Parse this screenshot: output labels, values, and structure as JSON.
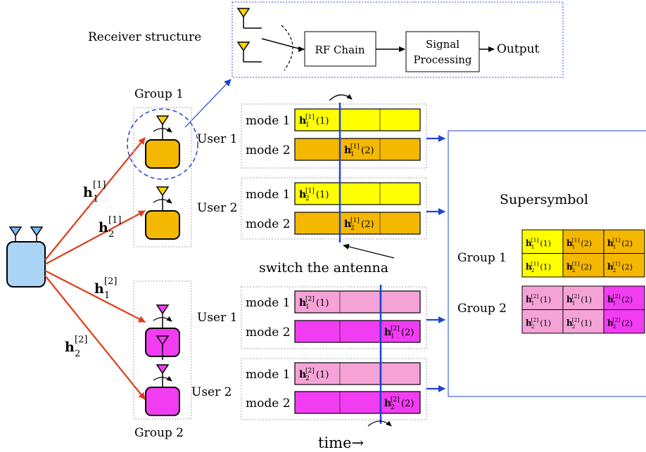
{
  "receiver": {
    "title": "Receiver structure",
    "rf_chain": "RF Chain",
    "signal_processing_line1": "Signal",
    "signal_processing_line2": "Processing",
    "output": "Output"
  },
  "groups": [
    {
      "label": "Group 1",
      "channels": [
        {
          "sym": "h",
          "sup": "[1]",
          "sub": "1"
        },
        {
          "sym": "h",
          "sup": "[1]",
          "sub": "2"
        }
      ],
      "users": [
        {
          "label": "User 1",
          "modes": [
            {
              "label": "mode 1",
              "cell": {
                "sym": "h",
                "sup": "[1]",
                "sub": "1",
                "arg": "(1)"
              }
            },
            {
              "label": "mode 2",
              "cell": {
                "sym": "h",
                "sup": "[1]",
                "sub": "1",
                "arg": "(2)"
              }
            }
          ]
        },
        {
          "label": "User 2",
          "modes": [
            {
              "label": "mode 1",
              "cell": {
                "sym": "h",
                "sup": "[1]",
                "sub": "2",
                "arg": "(1)"
              }
            },
            {
              "label": "mode 2",
              "cell": {
                "sym": "h",
                "sup": "[1]",
                "sub": "2",
                "arg": "(2)"
              }
            }
          ]
        }
      ]
    },
    {
      "label": "Group 2",
      "channels": [
        {
          "sym": "h",
          "sup": "[2]",
          "sub": "1"
        },
        {
          "sym": "h",
          "sup": "[2]",
          "sub": "2"
        }
      ],
      "users": [
        {
          "label": "User 1",
          "modes": [
            {
              "label": "mode 1",
              "cell": {
                "sym": "h",
                "sup": "[2]",
                "sub": "1",
                "arg": "(1)"
              }
            },
            {
              "label": "mode 2",
              "cell": {
                "sym": "h",
                "sup": "[2]",
                "sub": "1",
                "arg": "(2)"
              }
            }
          ]
        },
        {
          "label": "User 2",
          "modes": [
            {
              "label": "mode 1",
              "cell": {
                "sym": "h",
                "sup": "[2]",
                "sub": "2",
                "arg": "(1)"
              }
            },
            {
              "label": "mode 2",
              "cell": {
                "sym": "h",
                "sup": "[2]",
                "sub": "2",
                "arg": "(2)"
              }
            }
          ]
        }
      ]
    }
  ],
  "switch_label": "switch the antenna",
  "time_label": "time→",
  "supersymbol": {
    "title": "Supersymbol",
    "row_groups": [
      "Group 1",
      "Group 2"
    ],
    "rows": [
      [
        {
          "sup": "[1]",
          "sub": "1",
          "arg": "(1)"
        },
        {
          "sup": "[1]",
          "sub": "1",
          "arg": "(2)"
        },
        {
          "sup": "[1]",
          "sub": "1",
          "arg": "(2)"
        }
      ],
      [
        {
          "sup": "[1]",
          "sub": "2",
          "arg": "(1)"
        },
        {
          "sup": "[1]",
          "sub": "2",
          "arg": "(2)"
        },
        {
          "sup": "[1]",
          "sub": "2",
          "arg": "(2)"
        }
      ],
      [
        {
          "sup": "[2]",
          "sub": "1",
          "arg": "(1)"
        },
        {
          "sup": "[2]",
          "sub": "1",
          "arg": "(1)"
        },
        {
          "sup": "[2]",
          "sub": "1",
          "arg": "(2)"
        }
      ],
      [
        {
          "sup": "[2]",
          "sub": "2",
          "arg": "(1)"
        },
        {
          "sup": "[2]",
          "sub": "2",
          "arg": "(1)"
        },
        {
          "sup": "[2]",
          "sub": "2",
          "arg": "(2)"
        }
      ]
    ]
  },
  "colors": {
    "yellow": "#ffff00",
    "orange": "#f5b800",
    "pink": "#f5a3d6",
    "magenta": "#f23cf2",
    "user_group1": "#f5b800",
    "user_group2": "#f23cf2",
    "bs_body": "#a9d4f5",
    "channel_arrow": "#e03c1c",
    "blue": "#1f44d6"
  }
}
